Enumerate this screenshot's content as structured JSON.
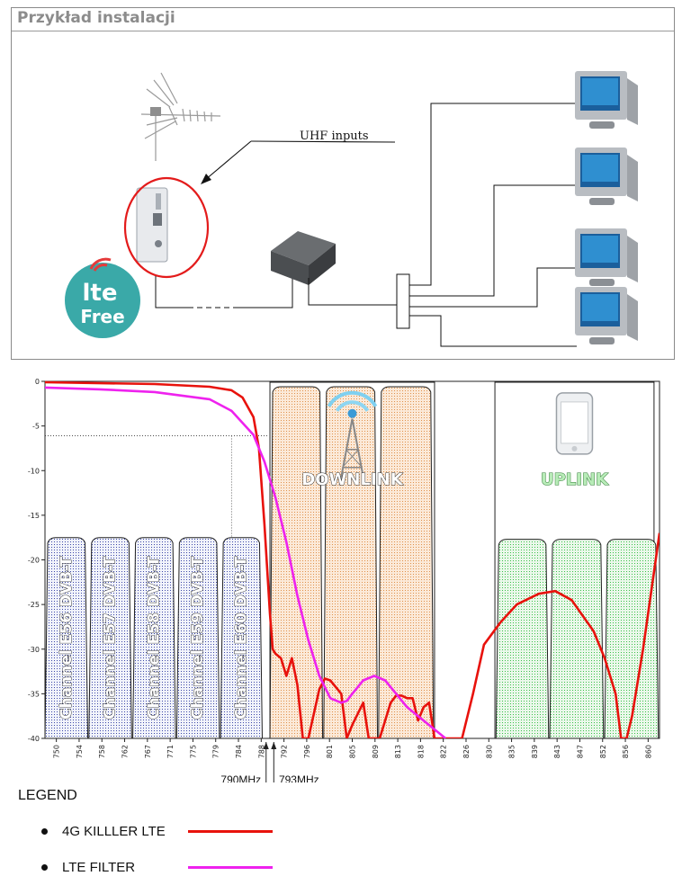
{
  "install": {
    "title": "Przykład instalacji",
    "uhf_inputs_label": "UHF inputs",
    "badge": {
      "line1": "lte",
      "line2": "Free"
    },
    "monitor_count": 4
  },
  "chart_data": {
    "type": "line",
    "xlabel": "",
    "ylabel": "",
    "xlim": [
      750,
      862
    ],
    "ylim": [
      -40,
      0
    ],
    "x_ticks": [
      750,
      754,
      758,
      762,
      767,
      771,
      775,
      779,
      784,
      788,
      792,
      796,
      801,
      805,
      809,
      813,
      818,
      822,
      826,
      830,
      835,
      839,
      843,
      847,
      852,
      856,
      860
    ],
    "y_ticks": [
      "0",
      "-5",
      "-10",
      "-15",
      "-20",
      "-25",
      "-30",
      "-35",
      "-40"
    ],
    "marker_labels": [
      "790MHz",
      "793MHz"
    ],
    "dvbt_channels": [
      "Channel E56 DVB-T",
      "Channel E57 DVB-T",
      "Channel E58 DVB-T",
      "Channel E59 DVB-T",
      "Channel E60 DVB-T"
    ],
    "downlink_label": "DOWNLINK",
    "uplink_label": "UPLINK",
    "series": [
      {
        "name": "4G KILLLER LTE",
        "color": "#e8120c",
        "x": [
          750,
          770,
          780,
          784,
          786,
          788,
          789,
          790,
          791,
          791.5,
          792,
          793,
          794,
          795,
          796,
          797,
          798,
          800,
          801,
          802,
          804,
          805,
          806,
          808,
          809,
          811,
          812,
          813,
          814,
          815,
          816,
          817,
          818,
          819,
          820,
          821,
          822,
          823,
          824,
          825,
          826,
          828,
          830,
          833,
          836,
          840,
          843,
          846,
          850,
          852,
          854,
          855,
          856,
          857,
          859,
          862
        ],
        "y": [
          -0.1,
          -0.3,
          -0.6,
          -1.0,
          -1.8,
          -4.0,
          -7.5,
          -16,
          -26,
          -30,
          -30.5,
          -31,
          -33,
          -31,
          -34,
          -40,
          -40,
          -34.5,
          -33.3,
          -33.5,
          -35,
          -40,
          -38.5,
          -36,
          -40,
          -40,
          -38,
          -36,
          -35.2,
          -35.2,
          -35.5,
          -35.5,
          -38,
          -36.5,
          -36,
          -40,
          -40,
          -40,
          -40,
          -40,
          -40,
          -35,
          -29.5,
          -27,
          -25,
          -23.8,
          -23.5,
          -24.5,
          -28,
          -31,
          -35,
          -40,
          -40,
          -37.5,
          -30,
          -17
        ]
      },
      {
        "name": "LTE FILTER",
        "color": "#ee22ee",
        "x": [
          750,
          760,
          770,
          780,
          784,
          788,
          790,
          792,
          794,
          796,
          798,
          800,
          802,
          804,
          805,
          806,
          808,
          810,
          812,
          814,
          816,
          818,
          820,
          822,
          823
        ],
        "y": [
          -0.7,
          -0.9,
          -1.2,
          -2.0,
          -3.3,
          -6,
          -9,
          -13,
          -18,
          -24,
          -29,
          -33,
          -35.5,
          -36,
          -35.8,
          -35,
          -33.5,
          -33,
          -33.5,
          -35,
          -36.5,
          -37.5,
          -38.5,
          -39.5,
          -40
        ]
      }
    ]
  }
}
